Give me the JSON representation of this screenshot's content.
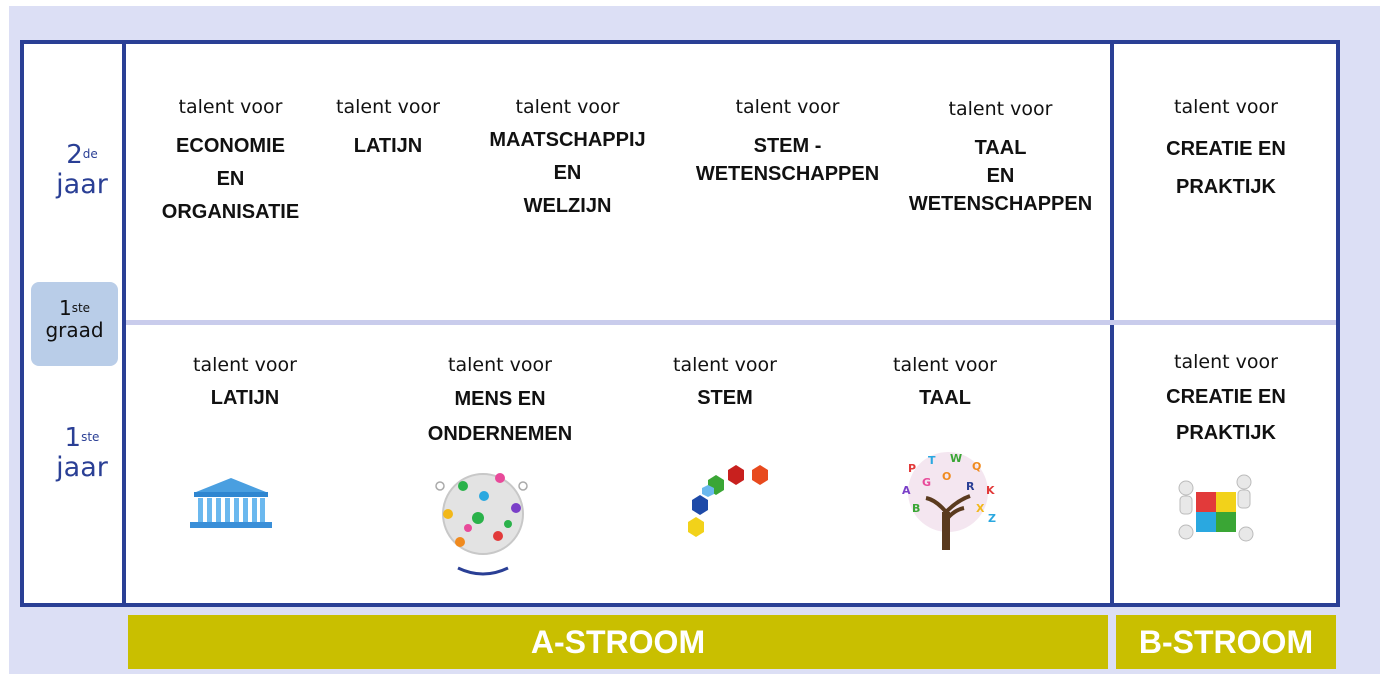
{
  "years": {
    "second": {
      "num": "2",
      "sup": "de",
      "word": "jaar"
    },
    "first": {
      "num": "1",
      "sup": "ste",
      "word": "jaar"
    }
  },
  "graad": {
    "num": "1",
    "sup": "ste",
    "word": "graad"
  },
  "label": "talent voor",
  "top_row": [
    {
      "subject": "ECONOMIE\nEN\nORGANISATIE"
    },
    {
      "subject": "LATIJN"
    },
    {
      "subject": "MAATSCHAPPIJ\nEN\nWELZIJN"
    },
    {
      "subject": "STEM -\nWETENSCHAPPEN"
    },
    {
      "subject": "TAAL\nEN\nWETENSCHAPPEN"
    },
    {
      "subject": "CREATIE EN\nPRAKTIJK"
    }
  ],
  "bottom_row": [
    {
      "subject": "LATIJN",
      "icon": "greek-temple-icon"
    },
    {
      "subject": "MENS EN\nONDERNEMEN",
      "icon": "globe-people-icon"
    },
    {
      "subject": "STEM",
      "icon": "hexagon-molecule-icon"
    },
    {
      "subject": "TAAL",
      "icon": "letter-tree-icon"
    },
    {
      "subject": "CREATIE EN\nPRAKTIJK",
      "icon": "puzzle-people-icon"
    }
  ],
  "streams": {
    "a": "A-STROOM",
    "b": "B-STROOM"
  },
  "colors": {
    "frame": "#2a3f95",
    "stream_bar": "#c9bf00",
    "graad_box": "#b9cde8",
    "background": "#dcdff5"
  }
}
